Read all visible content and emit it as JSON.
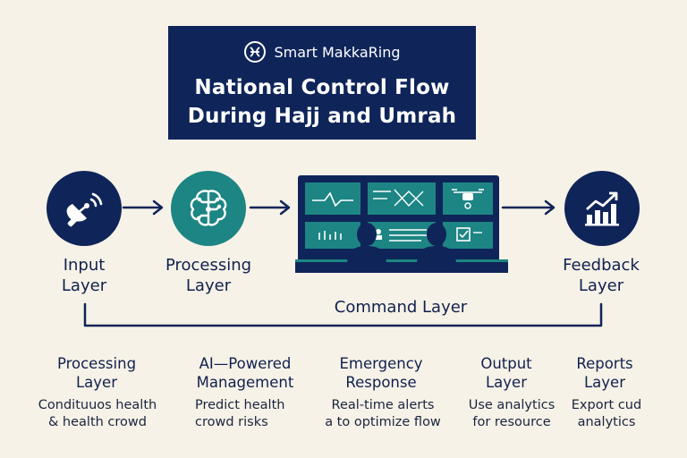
{
  "header": {
    "brand": "Smart MakkaRing",
    "title_line_1": "National Control Flow",
    "title_line_2": "During Hajj and Umrah"
  },
  "flow": [
    {
      "label_line_1": "Input",
      "label_line_2": "Layer",
      "icon": "satellite-dish-icon"
    },
    {
      "label_line_1": "Processing",
      "label_line_2": "Layer",
      "icon": "brain-circuit-icon"
    },
    {
      "label_line_1": "Command Layer",
      "icon": "control-room-icon"
    },
    {
      "label_line_1": "Feedback",
      "label_line_2": "Layer",
      "icon": "growth-chart-icon"
    }
  ],
  "details": [
    {
      "title_line_1": "Processing",
      "title_line_2": "Layer",
      "desc_line_1": "Condituuos health",
      "desc_line_2": "& health crowd"
    },
    {
      "title_line_1": "AI—Powered",
      "title_line_2": "Management",
      "desc_line_1": "Predict health",
      "desc_line_2": "crowd risks"
    },
    {
      "title_line_1": "Emergency",
      "title_line_2": "Response",
      "desc_line_1": "Real-time alerts",
      "desc_line_2": "a to optimize flow"
    },
    {
      "title_line_1": "Output",
      "title_line_2": "Layer",
      "desc_line_1": "Use analytics",
      "desc_line_2": "for resource"
    },
    {
      "title_line_1": "Reports",
      "title_line_2": "Layer",
      "desc_line_1": "Export cud",
      "desc_line_2": "analytics"
    }
  ],
  "colors": {
    "navy": "#0f2559",
    "teal": "#1d8583",
    "background": "#f7f2e7"
  }
}
